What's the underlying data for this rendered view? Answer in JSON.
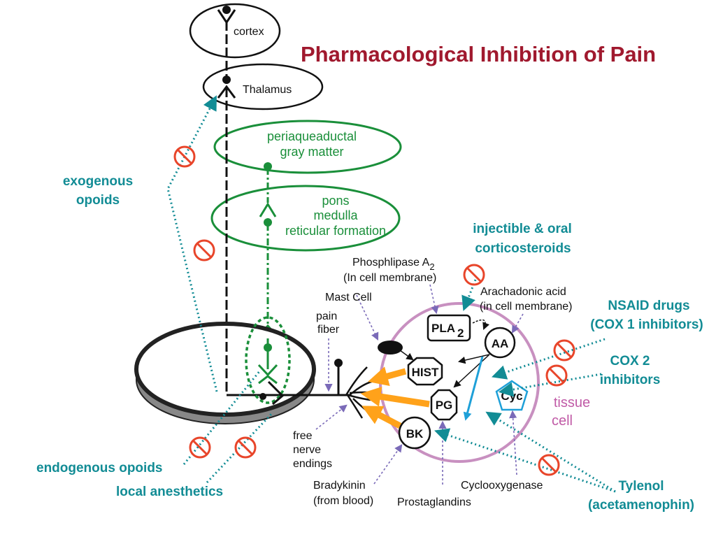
{
  "title": "Pharmacological Inhibition of Pain",
  "colors": {
    "title": "#a0192e",
    "green": "#1a8f3a",
    "teal": "#128c95",
    "orange": "#ffa21a",
    "pink": "#c890c0",
    "no_sign": "#e8452a",
    "purple_arrow": "#7a6ab8",
    "blue_arrow": "#1ea0d8"
  },
  "brain": {
    "cortex": "cortex",
    "thalamus": "Thalamus",
    "pag_line1": "periaqueaductal",
    "pag_line2": "gray matter",
    "pons_line1": "pons",
    "pons_line2": "medulla",
    "pons_line3": "reticular formation"
  },
  "drugs": {
    "exogenous_line1": "exogenous",
    "exogenous_line2": "opoids",
    "endogenous": "endogenous opoids",
    "local": "local anesthetics",
    "cortico_line1": "injectible & oral",
    "cortico_line2": "corticosteroids",
    "nsaid_line1": "NSAID drugs",
    "nsaid_line2": "(COX 1 inhibitors)",
    "cox2_line1": "COX 2",
    "cox2_line2": "inhibitors",
    "tylenol_line1": "Tylenol",
    "tylenol_line2": "(acetamenophin)"
  },
  "labels": {
    "phospholipase_main": "Phosphlipase A",
    "phospholipase_sub": "2",
    "phospholipase_line2": "(In cell membrane)",
    "mast_cell": "Mast Cell",
    "pain_line1": "pain",
    "pain_line2": "fiber",
    "arachidonic_line1": "Arachadonic acid",
    "arachidonic_line2": "(in cell membrane)",
    "free_line1": "free",
    "free_line2": "nerve",
    "free_line3": "endings",
    "bradykinin_line1": "Bradykinin",
    "bradykinin_line2": "(from blood)",
    "prostaglandins": "Prostaglandins",
    "cyclooxygenase": "Cyclooxygenase",
    "tissue_line1": "tissue",
    "tissue_line2": "cell"
  },
  "nodes": {
    "pla_main": "PLA",
    "pla_sub": "2",
    "aa": "AA",
    "hist": "HIST",
    "pg": "PG",
    "bk": "BK",
    "cyc": "Cyc"
  },
  "icons": [
    "no-sign-icon",
    "receptor-icon",
    "arrow-icon"
  ]
}
